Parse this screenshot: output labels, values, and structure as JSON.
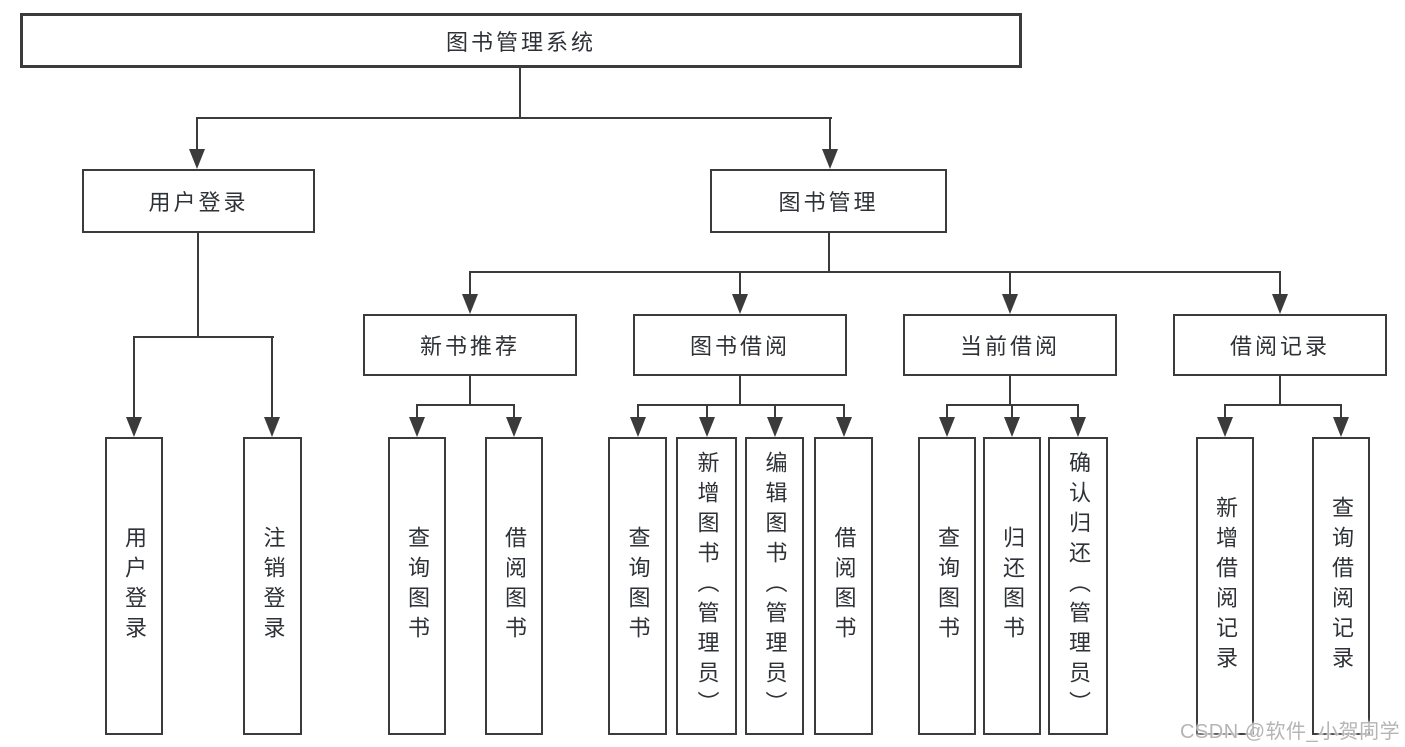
{
  "root": {
    "label": "图书管理系统"
  },
  "level2": [
    {
      "label": "用户登录",
      "children": [
        {
          "label": "用户登录"
        },
        {
          "label": "注销登录"
        }
      ]
    },
    {
      "label": "图书管理",
      "sections": [
        {
          "label": "新书推荐",
          "children": [
            {
              "label": "查询图书"
            },
            {
              "label": "借阅图书"
            }
          ]
        },
        {
          "label": "图书借阅",
          "children": [
            {
              "label": "查询图书"
            },
            {
              "label": "新增图书（管理员）"
            },
            {
              "label": "编辑图书（管理员）"
            },
            {
              "label": "借阅图书"
            }
          ]
        },
        {
          "label": "当前借阅",
          "children": [
            {
              "label": "查询图书"
            },
            {
              "label": "归还图书"
            },
            {
              "label": "确认归还（管理员）"
            }
          ]
        },
        {
          "label": "借阅记录",
          "children": [
            {
              "label": "新增借阅记录"
            },
            {
              "label": "查询借阅记录"
            }
          ]
        }
      ]
    }
  ],
  "watermark": {
    "text": "CSDN @软件_小贺同学"
  },
  "colors": {
    "line": "#3b3b3b",
    "text": "#2e3237",
    "box_border": "#3b3b3b",
    "background": "#ffffff",
    "watermark": "#b5b5b5"
  }
}
